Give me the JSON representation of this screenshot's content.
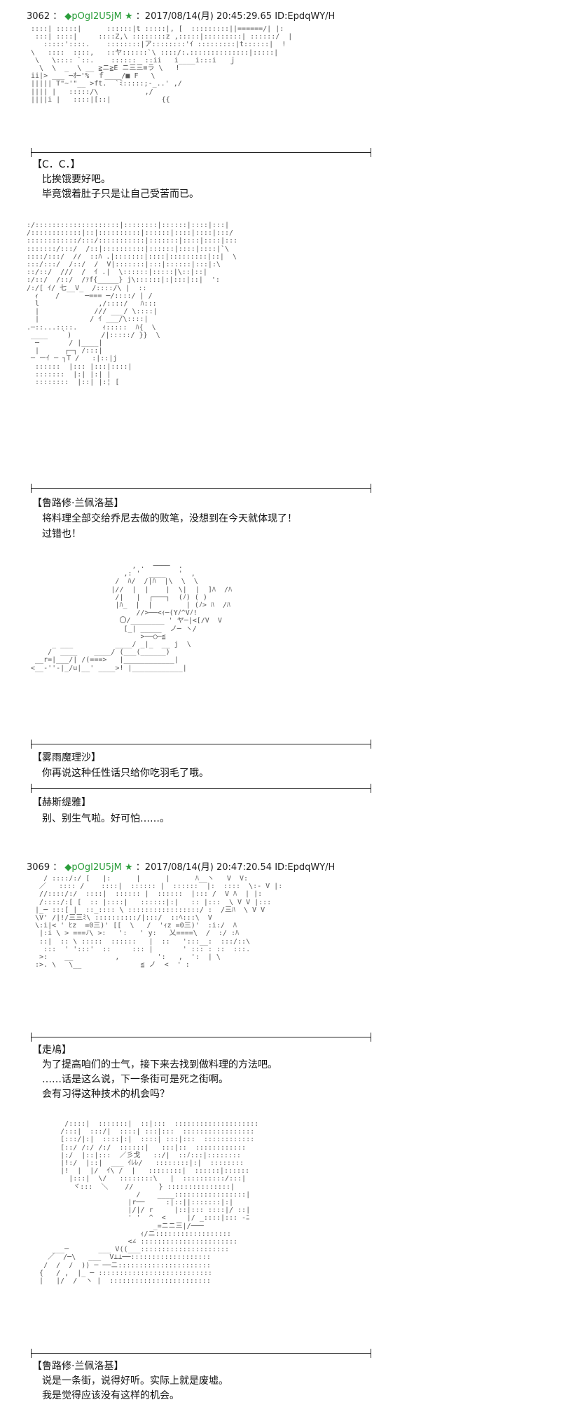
{
  "posts": [
    {
      "number": "3062",
      "sep": "：",
      "diamond": "◆",
      "trip": "pOgI2U5jM",
      "star": "★",
      "date": "：2017/08/14(月) 20:45:29.65 ID:EpdqWY/H"
    },
    {
      "number": "3069",
      "sep": "：",
      "diamond": "◆",
      "trip": "pOgI2U5jM",
      "star": "★",
      "date": "：2017/08/14(月) 20:47:20.54 ID:EpdqWY/H"
    }
  ],
  "art": {
    "cc": " ::::| :::::|      ::::::|t :::::|, [  :::::::::||======/| |:\n  :::| ::::|     ::::Z,\\ ::::::::z ,:::::|:::::::::| ::::::/  |\n    :::::'::::.    ::::::::|ア::::::::'ｲ :::::::::|t::::::|  !\n \\   ::::  ::::,   ::ヤ::::::`\\ ::::/:.::::::::::::::|:::::|\n  \\   \\:::: `::.    ::::::  ::ii   i____i:::i   ｊ\n   \\  \\  _  \\ __ ≧ニ≧E ニ三三≡ラ \\   !\n ii|> ___ ─ｵ─'%  ｆ____/■ F   \\\n ||||| T\"~'\"__ >ft.  `ﾐ:::::;-_..' ,/\n |||| |   :::::/\\           ,/\n ||||i |   ::::|[::|            {{",
    "lelouch1": ":/::::::::::::::::::::|::::::::|::::::|::::|:::|\n/::::::::::::|::|::::::::::|::::::|::::|::::|:::/\n::::::::::::/:::/:::::::::::|:::::::|::::|::::|:::\n:::::::/:::/  /::|::::::::::|::::::|::::|::::|`\\\n::::/:::/  //  ::ﾊ .|:::::::|::::|:::::::::|::|  \\\n:::/:::/  /::/  /  V|:::::::|:::|::::::|:::|:\\\n::/::/  ///  /  ｲ .|  \\::::::|:::::|\\::|::|\n:/::/  /::/  /ｧf{_____} j\\::::::|:|:::|::|  ':\n/:/[ ｲ/ 七__V_  /::::/\\ |  ::\n  ｨ    /      ─=== ─/::::/ | /\n  l              ,/::::/   ﾊ:::\n  |             /// ___/ \\::::|\n  |            / ｲ ___/\\::::|\n.─::...::::.      ｨ:::::  ﾊ{  \\\n ____   ｀)       /|:::::/ }}  \\\n  ─       / |____|\n  |      ┌─┐ /:::|\n ─ ーｲ ─ ┐T /   :|::|j\n  ::::::  |::: |:::|::::|\n  :::::::  |:| |:| |\n  ::::::::  |::| |:¦ [",
    "marisa": "                         , .  ────  .\n                       ,: '  ____   '  ,\n                     /  ﾊ/  /|ﾊ  |\\  \\  \\\n                    |//  |  |    |  \\|  |  ]ﾊ  /ﾊ\n                     /|   |  ┌───┐  (ﾉ) ( )\n                     |ﾊ_  |  |        | (ﾉ> ﾊ  /ﾊ\n                          //>──<ｨ─(Yﾉ^Vﾉ!\n                      〇/________ ' ヤ─|<[/V  V\n                       [_| _____  ノ─ ヽ/\n                           >──○─≦\n      _ ___          ____/ _|_  __ j  \\\n     /  ____    ____/ (___(______)\n  __r=|___/| /(===>   |____________|\n <__-''-|_/u|__' ____>! |____________|",
    "zouhei": "    / ::::/:/ [   |:      |      |      ﾊ__ヽ   V  V:\n   ／   :::: /    ::::|  :::::: |  ::::::  |:  ::::  \\:- V |:\n   //::::/:/  ::::|  :::::: |  ::::::  |::: /  V ﾊ  | |:\n   /::::/:[ [  :: |::::|   ::::::|:|   :: |:::  \\ V V |:::\n  |_─ :::[ |  ::_:::: \\ :::::::::::::::::/ :  /三ﾊ  \\ V V\n  \\V' /|!/三三ﾐ\\ ::::::::::/|:::/  ::ﾍ:::\\  V\n  \\:i|< ' ﾋz  =0三)' [[  \\   /  'ｨz =0三)'  :i:/  ﾊ\n   |:i \\ > ===ﾉ\\ >:   ':   ' y:   乂====\\  /  :/ :ﾊ\n   ::|  :: \\ :::::  ::::::   |  ::   ':::__:  :::/::\\\n    :::  ' ':::'  ::     ::: |       ' ::: : ::  :::.\n   >:    __          ,         ':   ,  ':  | \\\n  :>. \\   \\__              ≦ ノ  <  ' :",
    "lelouch2": "         /::::|  :::::::|  ::|:::  ::::::::::::::::::::\n        /:::|  :::/|  ::::| :::|:::  :::::::::::::::::\n        [:::/|:|  ::::|:|  ::::| :::|:::  ::::::::::::\n        [::/ /:/ /:/  ::::::|   :::|::  ::::::::::::\n        |:/  |::|:::  ／彡戈   ::/|  ::ﾉ:::|::::::::\n        |!:/  |::|  ___ ｲﾚﾚ/   ::::::::|:|  ::::::::\n        |!  |  |/  ｲ\\ /  |   ::::::::|  ::::::|::::::\n          |:::|  \\/   ::::::::\\   |  ::::::::::/:::|\n           ヾ:::  ＼    //      } :::::::::::::::|\n                          /    ____:::::::::::::::::|\n                        |r──     :|::||:::::::|:|\n                        |/|/ r     |::|::: ::::|/ ::|\n                        ' '  ^  <     |/ _::::|::: -ﾆ\n                              _=ニニ三|/───\n                           ｨ/ニ::::::::::::::::::\n                        <∠ :::::::::::::::::::::::\n      ___─       ___ V((___:::::::::::::::::::::\n     ／  /─\\   ___  V⊥⊥──:::::::::::::::::::\n    /  /  /  )) ─ ──ニ::::::::::::::::::::::\n   {   / ,  |_ ─ :::::::::::::::::::::::::::\n   |   |/  /  ヽ |  ::::::::::::::::::::::::"
  },
  "dialogues": {
    "d1": {
      "speaker": "【C．C．】",
      "lines": [
        "比挨饿要好吧。",
        "毕竟饿着肚子只是让自己受苦而已。"
      ]
    },
    "d2": {
      "speaker": "【鲁路修·兰佩洛基】",
      "lines": [
        "将料理全部交给乔尼去做的败笔，没想到在今天就体现了！",
        "过错也！"
      ]
    },
    "d3": {
      "speaker": "【雾雨魔理沙】",
      "lines": [
        "你再说这种任性话只给你吃羽毛了哦。"
      ]
    },
    "d4": {
      "speaker": "【赫斯缇雅】",
      "lines": [
        "别、别生气啦。好可怕……。"
      ]
    },
    "d5": {
      "speaker": "【走鳰】",
      "lines": [
        "为了提高咱们的士气，接下来去找到做料理的方法吧。",
        "……话是这么说，下一条街可是死之街啊。",
        "会有习得这种技术的机会吗？"
      ]
    },
    "d6": {
      "speaker": "【鲁路修·兰佩洛基】",
      "lines": [
        "说是一条街，说得好听。实际上就是废墟。",
        "我是觉得应该没有这样的机会。"
      ]
    }
  }
}
